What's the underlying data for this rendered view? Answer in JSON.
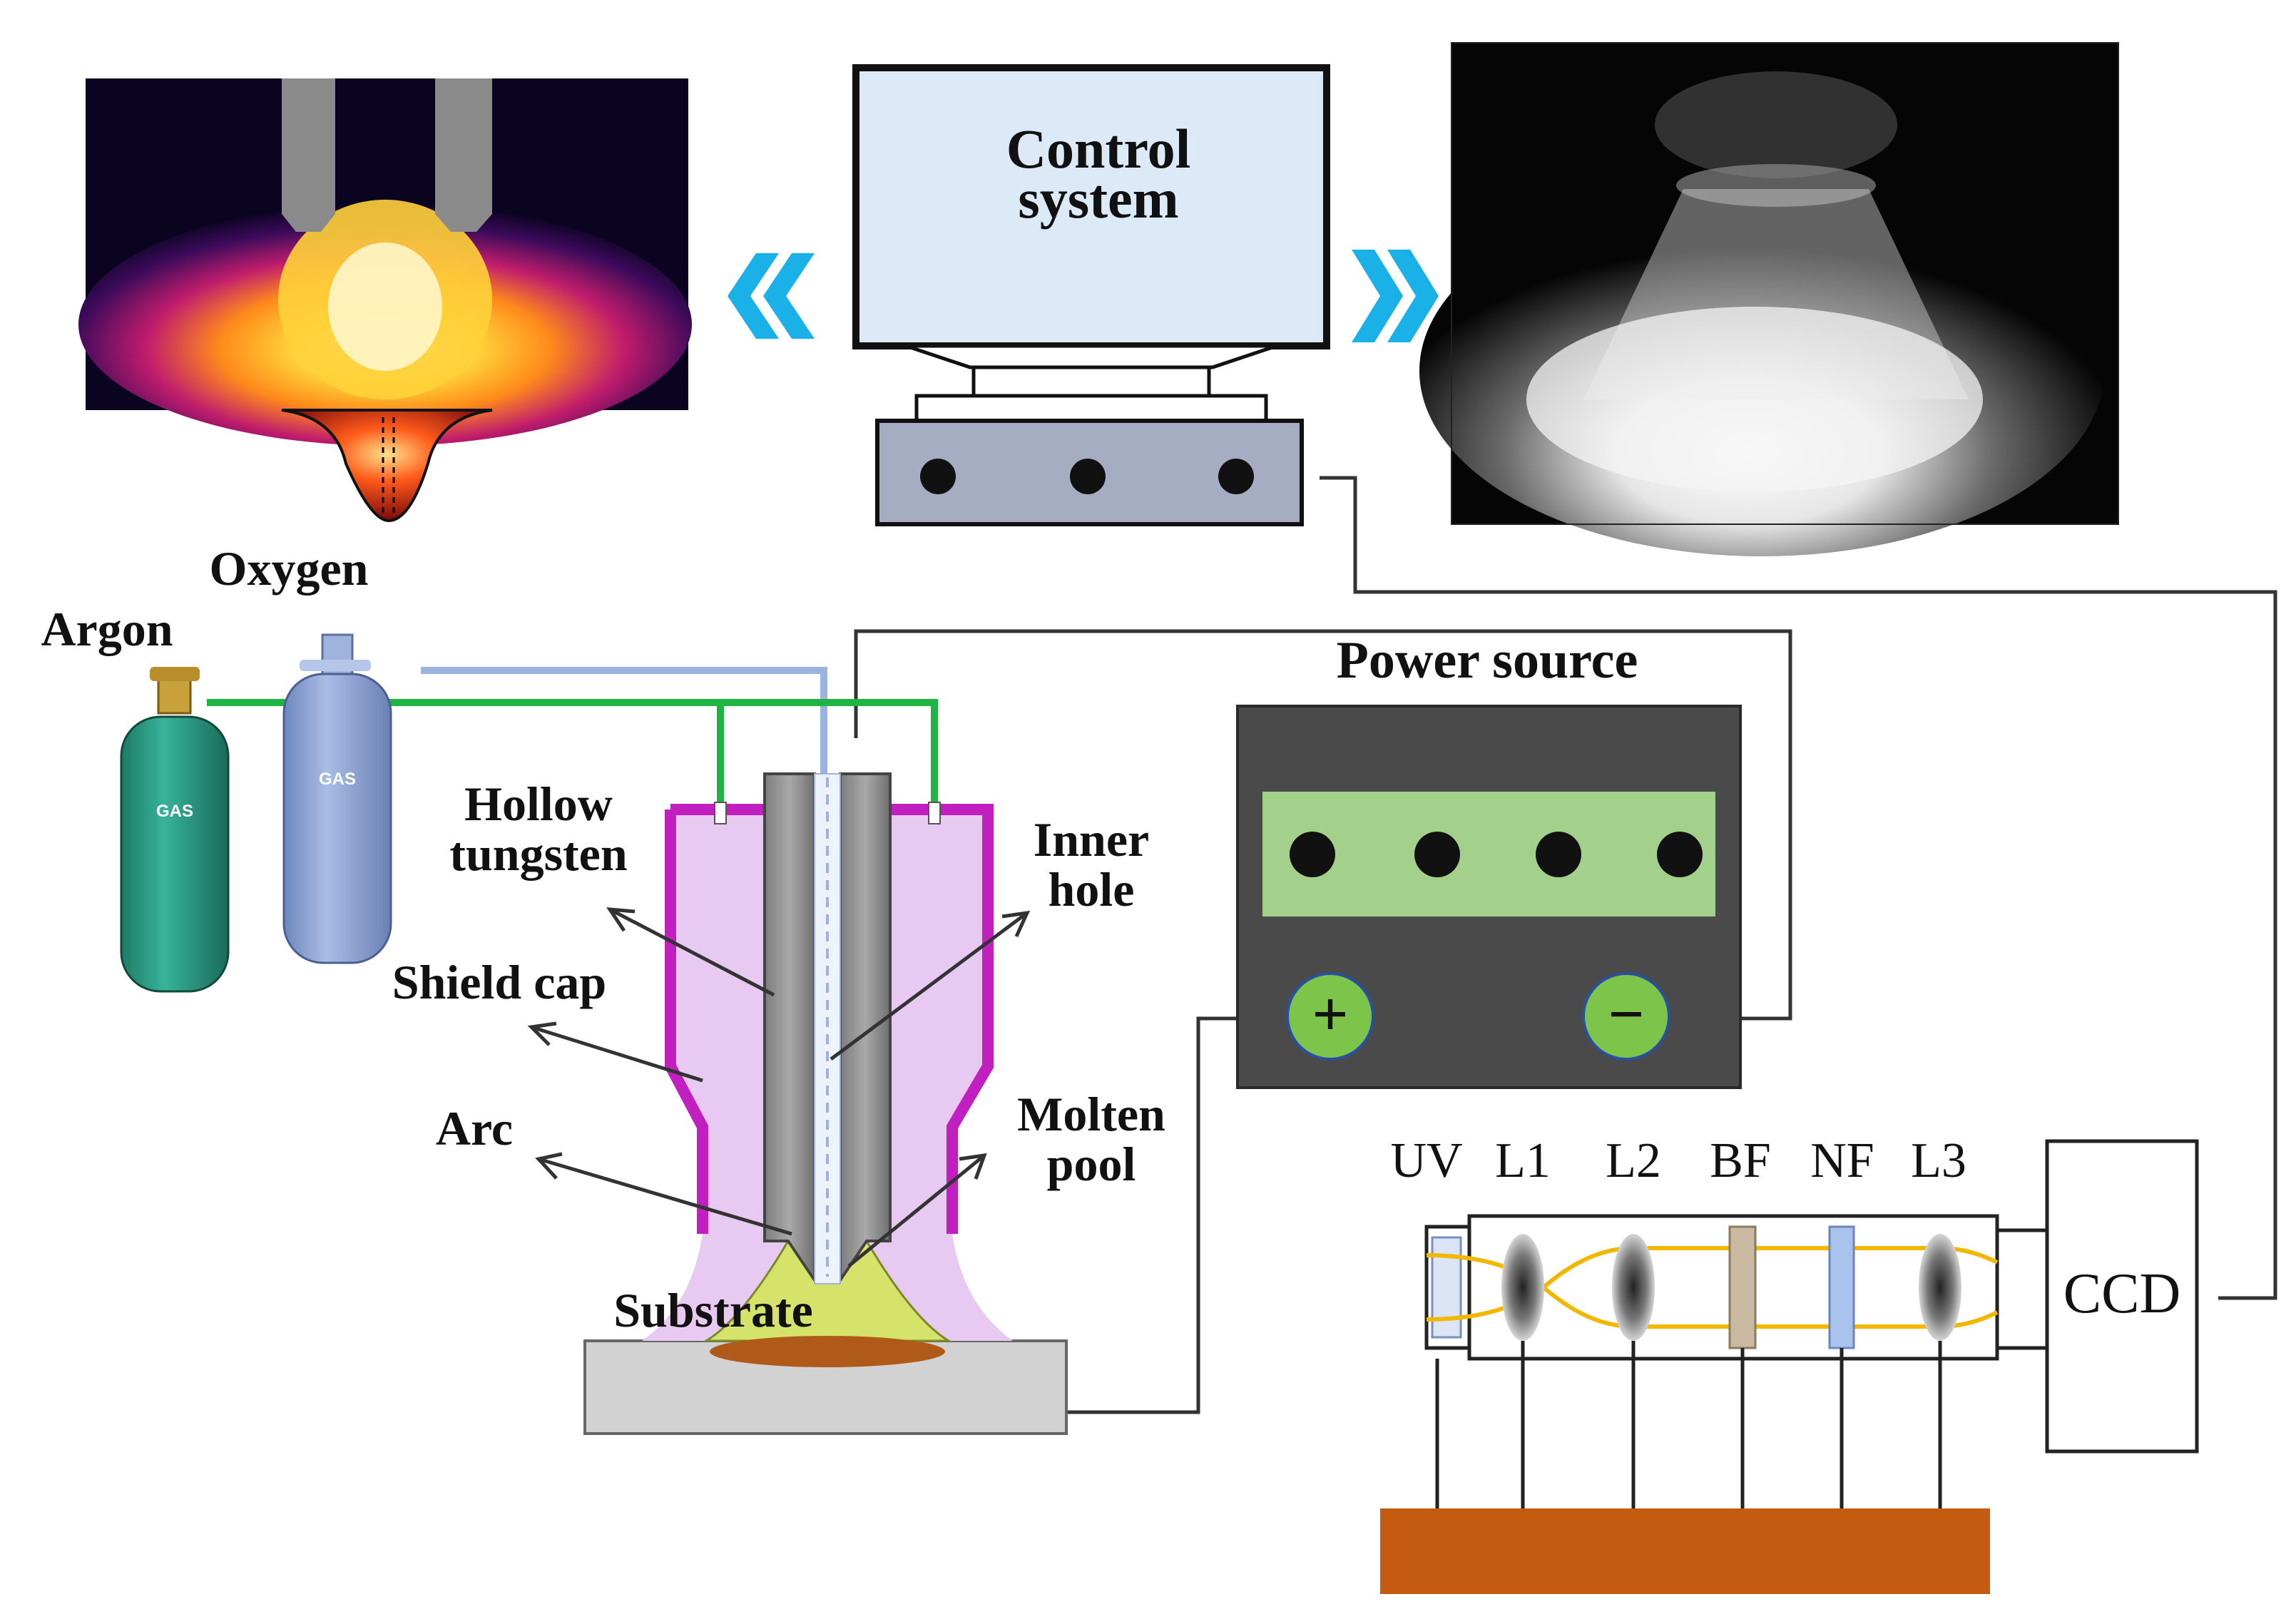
{
  "monitor": {
    "title_line1": "Control",
    "title_line2": "system"
  },
  "cylinders": {
    "argon": {
      "label": "Argon",
      "tag": "GAS"
    },
    "oxygen": {
      "label": "Oxygen",
      "tag": "GAS"
    }
  },
  "torch": {
    "hollow_tungsten_line1": "Hollow",
    "hollow_tungsten_line2": "tungsten",
    "inner_hole_line1": "Inner",
    "inner_hole_line2": "hole",
    "shield_cap": "Shield cap",
    "arc": "Arc",
    "molten_pool_line1": "Molten",
    "molten_pool_line2": "pool",
    "substrate": "Substrate"
  },
  "power_source": {
    "title": "Power source",
    "plus": "+",
    "minus": "−"
  },
  "optics": {
    "elements": [
      "UV",
      "L1",
      "L2",
      "BF",
      "NF",
      "L3"
    ],
    "camera": "CCD"
  },
  "colors": {
    "argon_line": "#1fb543",
    "oxygen_line": "#9bb3e0",
    "shield_cap": "#c21fc0",
    "arc_fill": "#e8c9f2",
    "pool_fill": "#d6e36a",
    "panel_green": "#a3d18b",
    "terminal_green": "#7cc54a",
    "arrow_blue": "#1ab0e8",
    "base_orange": "#c55a11",
    "beam_yellow": "#f2b800",
    "monitor_screen": "#dce9f7"
  }
}
